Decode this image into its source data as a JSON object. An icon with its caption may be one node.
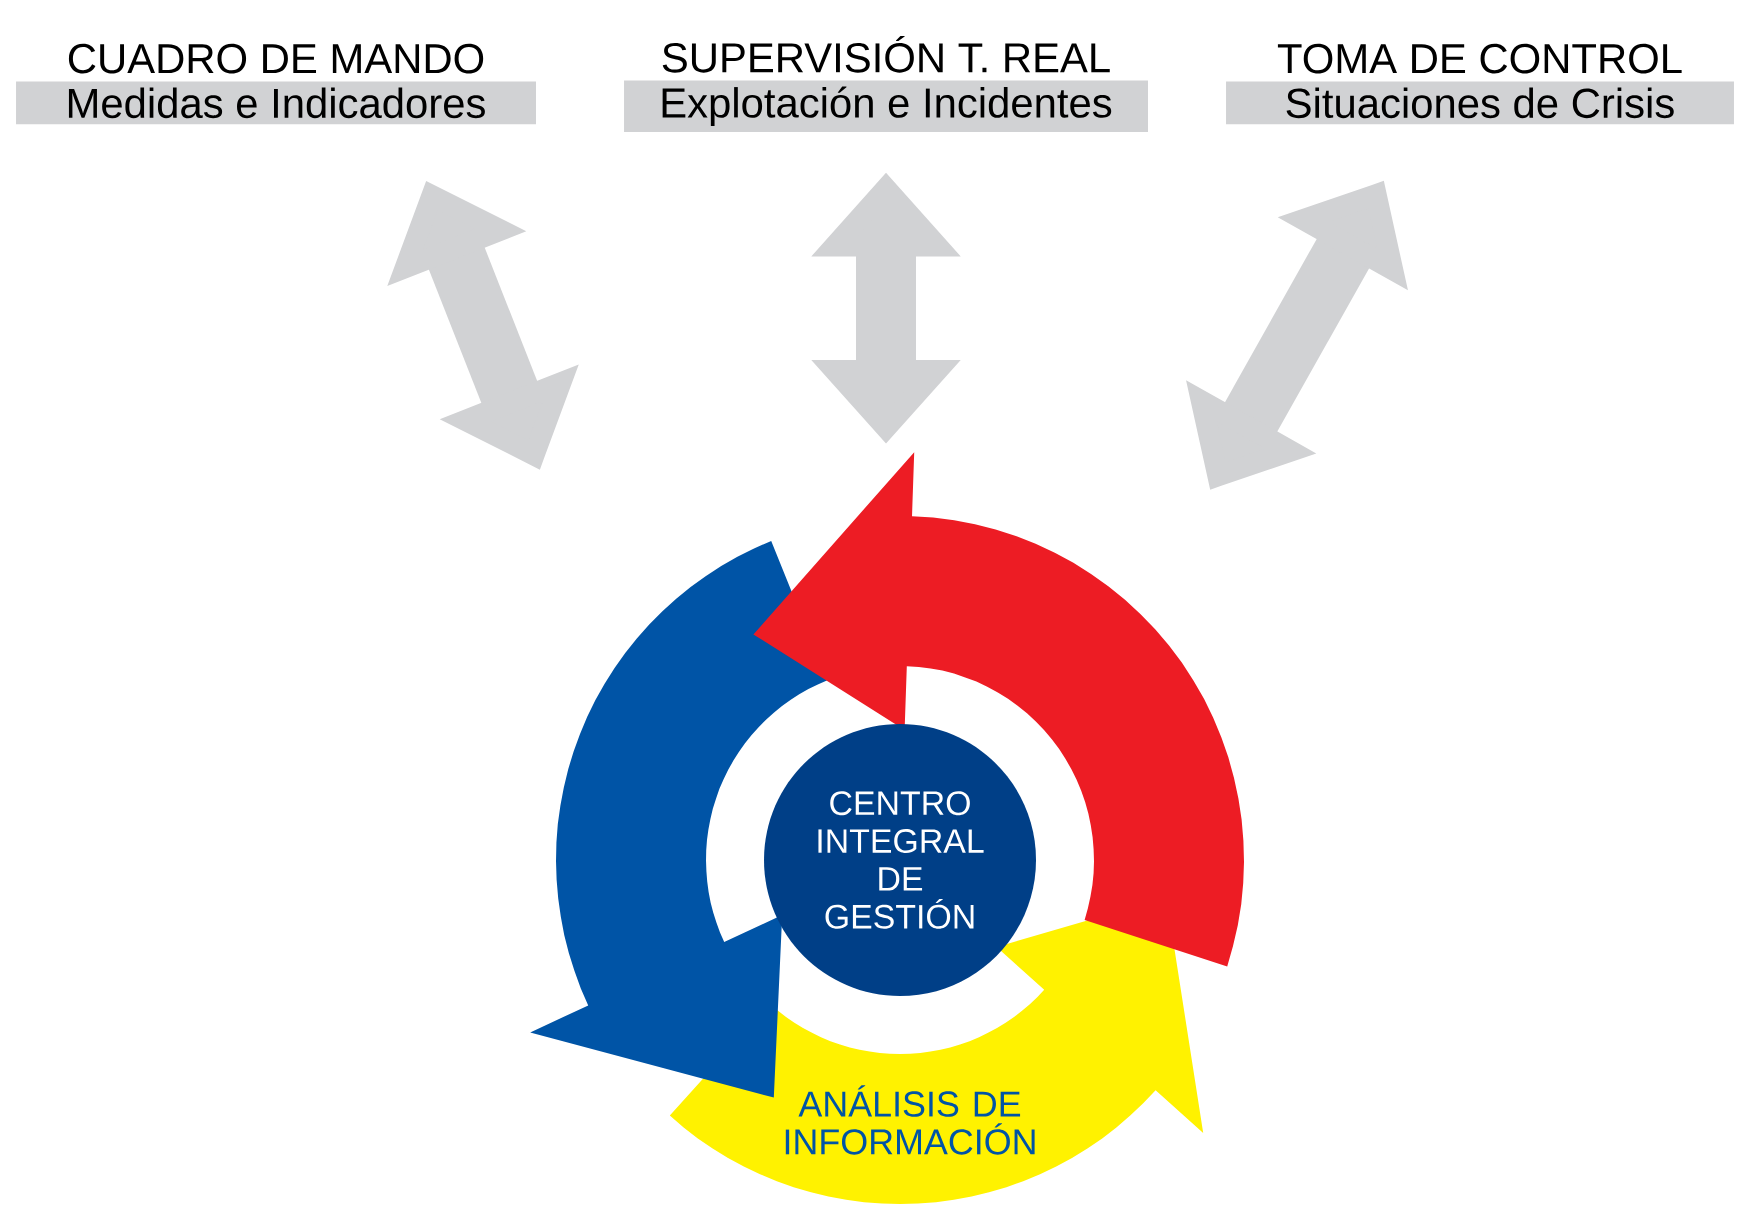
{
  "diagram": {
    "nodes": [
      {
        "text": [
          "CUADRO DE MANDO",
          "Medidas e Indicadores"
        ]
      },
      {
        "text": [
          "SUPERVISIÓN T. REAL",
          "Explotación e Incidentes"
        ]
      },
      {
        "text": [
          "TOMA DE CONTROL",
          "Situaciones de Crisis"
        ]
      },
      {
        "text": [
          "ANÁLISIS DE INFORMACIÓN"
        ]
      },
      {
        "text": [
          "CENTRO INTEGRAL DE GESTIÓN"
        ],
        "in": 3
      }
    ],
    "edges": [
      {
        "from": 0,
        "to": 3,
        "arrow": "both"
      },
      {
        "from": 1,
        "to": 3,
        "arrow": "both"
      },
      {
        "from": 2,
        "to": 3,
        "arrow": "both"
      }
    ]
  }
}
